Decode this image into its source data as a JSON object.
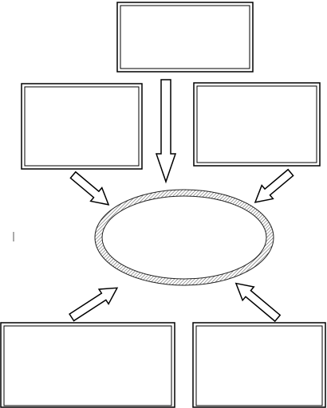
{
  "diagram": {
    "boxes": [
      {
        "id": "top",
        "label": ""
      },
      {
        "id": "middle-left",
        "label": ""
      },
      {
        "id": "middle-right",
        "label": ""
      },
      {
        "id": "bottom-left",
        "label": ""
      },
      {
        "id": "bottom-right",
        "label": ""
      }
    ],
    "center": {
      "label": "",
      "fill": "hatched"
    },
    "arrows": [
      {
        "from": "top",
        "to": "center"
      },
      {
        "from": "middle-left",
        "to": "center"
      },
      {
        "from": "middle-right",
        "to": "center"
      },
      {
        "from": "bottom-left",
        "to": "center"
      },
      {
        "from": "bottom-right",
        "to": "center"
      }
    ],
    "colors": {
      "stroke": "#000000",
      "background": "#ffffff"
    }
  }
}
